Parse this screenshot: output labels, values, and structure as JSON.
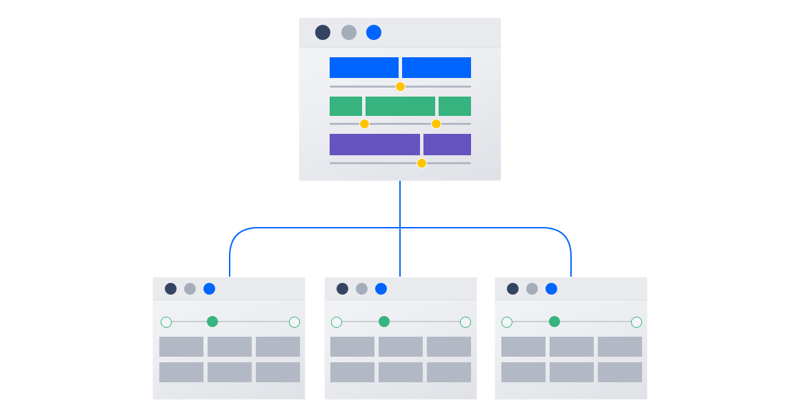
{
  "colors": {
    "dot_dark": "#344563",
    "dot_grey": "#a5adba",
    "dot_blue": "#0065ff",
    "blue": "#0065ff",
    "green": "#36b37e",
    "purple": "#6554c0",
    "knob": "#ffc400",
    "connector": "#0065ff",
    "cell": "#b3b9c4"
  },
  "main_window": {
    "title_dots": [
      "dot_dark",
      "dot_grey",
      "dot_blue"
    ],
    "rows": [
      {
        "color": "blue",
        "segments": 2,
        "knobs": 1
      },
      {
        "color": "green",
        "segments": 3,
        "knobs": 2
      },
      {
        "color": "purple",
        "segments": 2,
        "knobs": 1
      }
    ]
  },
  "child_windows": [
    {
      "title_dots": [
        "dot_dark",
        "dot_grey",
        "dot_blue"
      ],
      "grid": {
        "rows": 2,
        "cols": 3
      }
    },
    {
      "title_dots": [
        "dot_dark",
        "dot_grey",
        "dot_blue"
      ],
      "grid": {
        "rows": 2,
        "cols": 3
      }
    },
    {
      "title_dots": [
        "dot_dark",
        "dot_grey",
        "dot_blue"
      ],
      "grid": {
        "rows": 2,
        "cols": 3
      }
    }
  ]
}
